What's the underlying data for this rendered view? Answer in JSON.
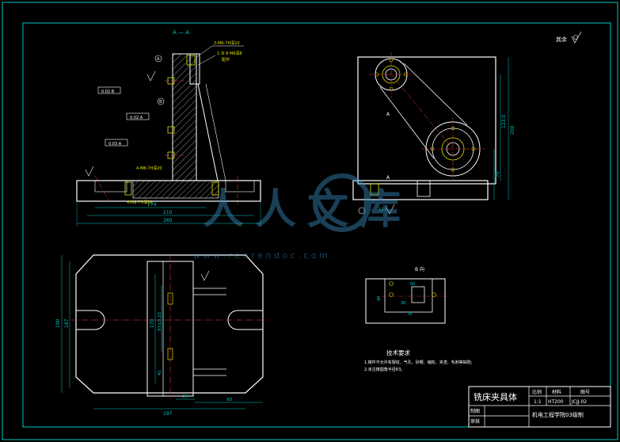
{
  "section_label": "A — A",
  "view_b_label": "B 向",
  "view_a_marks": [
    "A",
    "A"
  ],
  "roughness_note": "其余",
  "watermark": {
    "brand": "人人文库",
    "url": "w w w . r e n r e n d o c . c o m"
  },
  "tech_requirements": {
    "title": "技术要求",
    "items": [
      "1.铸件不允许有裂纹、气孔、砂眼、缩松、夹渣、毛刺等缺陷;",
      "2.未注铸圆角半径R3。"
    ]
  },
  "title_block": {
    "name": "铣床夹具体",
    "scale_label": "比例",
    "material_label": "材料",
    "drawing_no_label": "图号",
    "scale_value": "1:1",
    "material_value": "HT200",
    "drawing_no_value": "JCJJ-02",
    "drawn_label": "制图",
    "checked_label": "审核",
    "school": "机电工程学院03级制"
  },
  "dims": {
    "front_bottom_1": "174",
    "front_bottom_2": "210",
    "front_bottom_3": "260",
    "plan_left_1": "190",
    "plan_left_2": "187",
    "plan_mid": "170",
    "plan_97": "97±0.33",
    "plan_41": "41",
    "plan_bottom_1": "197",
    "plan_bottom_2": "25",
    "plan_bottom_3": "93",
    "side_right_1": "123.0",
    "side_right_2": "200",
    "side_right_3": "70",
    "side_bottom": "12.5",
    "bview_1": "60",
    "bview_2": "40",
    "bview_3": "76",
    "bview_4": "30"
  },
  "notes": {
    "thread_1": "2-M6-7H深10",
    "thread_2": "1-3l 8 M6深8",
    "thread_3": "配作",
    "thread_4": "4-M8-7H深20",
    "thread_5": "4-M8-7H深20"
  },
  "symbols": {
    "datum_a": "A",
    "datum_b": "B",
    "tol_1": "0.02 B",
    "tol_2": "0.02 A",
    "tol_3": "0.03 A"
  }
}
